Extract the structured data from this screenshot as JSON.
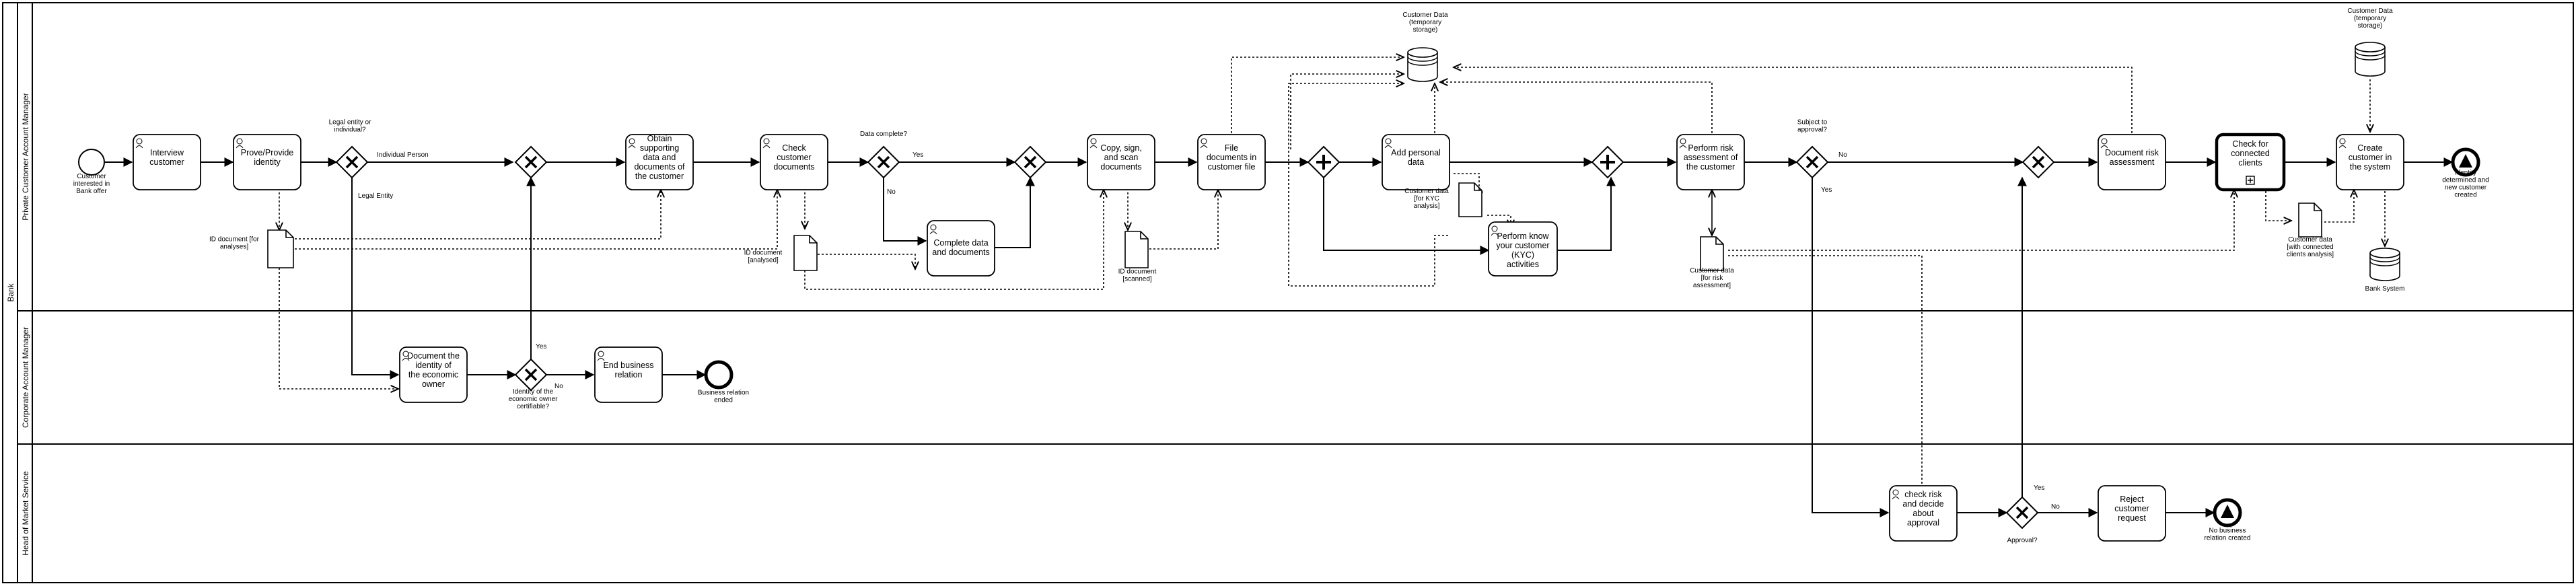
{
  "pool": {
    "name": "Bank"
  },
  "lanes": [
    {
      "name": "Private Customer Account Manager"
    },
    {
      "name": "Corporate Account Manager"
    },
    {
      "name": "Head of Market Service"
    }
  ],
  "tasks": {
    "interview": "Interview customer",
    "prove": "Prove/Provide identity",
    "obtain": "Obtain supporting data and documents of the customer",
    "check_docs": "Check customer documents",
    "complete": "Complete data and documents",
    "copy": "Copy, sign, and scan documents",
    "file": "File documents in customer file",
    "add_personal": "Add personal data",
    "kyc": "Perform know your customer (KYC) activities",
    "risk_assess": "Perform risk assessment of the customer",
    "doc_risk": "Document risk assessment",
    "check_connected": "Check for connected clients",
    "create": "Create customer in the system",
    "document_owner": "Document the identity of the economic owner",
    "end_relation": "End business relation",
    "check_risk_decide": "check risk and decide about approval",
    "reject": "Reject customer request"
  },
  "events": {
    "start": "Customer interested in Bank offer",
    "end_identity": "Identity determined and new customer created",
    "end_relation_ended": "Business relation ended",
    "end_no_relation": "No business relation created"
  },
  "gateway_labels": {
    "legal_entity": "Legal entity or individual?",
    "data_complete": "Data complete?",
    "subject_approval": "Subject to approval?",
    "identity_certifiable": "Identity of the economic owner certifiable?",
    "approval": "Approval?"
  },
  "flow_labels": {
    "individual_person": "Individual Person",
    "legal_entity": "Legal Entity",
    "yes": "Yes",
    "no": "No"
  },
  "data_objects": {
    "id_doc_analyses": "ID document [for analyses]",
    "id_doc_analysed": "ID document [analysed]",
    "id_doc_scanned": "ID document [scanned]",
    "cust_data_kyc": "Customer data [for KYC analysis]",
    "cust_data_risk": "Customer data [for risk assessment]",
    "cust_data_connected": "Customer data [with connected clients analysis]"
  },
  "data_stores": {
    "temp1": "Customer Data (temporary storage)",
    "temp2": "Customer Data (temporary storage)",
    "bank_system": "Bank System"
  }
}
